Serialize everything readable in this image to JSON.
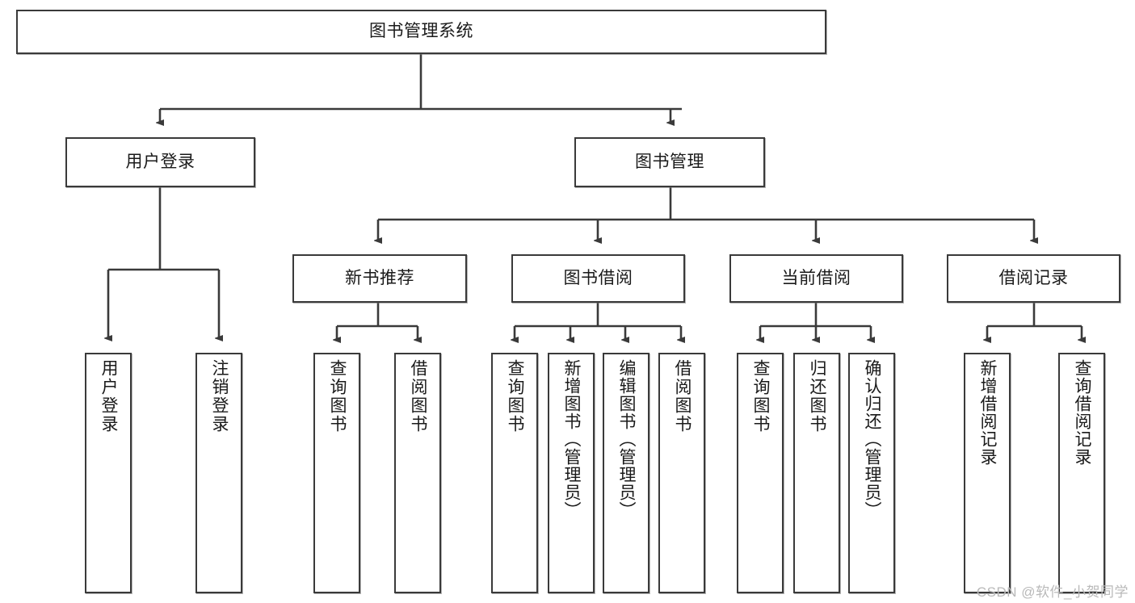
{
  "diagram": {
    "title": "图书管理系统",
    "type": "hierarchy-tree",
    "watermark": "CSDN @软件_小贺同学",
    "colors": {
      "box_border": "#3a3a3a",
      "box_fill": "#ffffff",
      "edge": "#3a3a3a",
      "text": "#1a1a1a",
      "watermark": "#b9b9b9"
    },
    "levels": [
      {
        "level": 1,
        "nodes": [
          {
            "id": "root",
            "label": "图书管理系统",
            "orientation": "horizontal"
          }
        ]
      },
      {
        "level": 2,
        "nodes": [
          {
            "id": "user-login",
            "label": "用户登录",
            "orientation": "horizontal",
            "parent": "root"
          },
          {
            "id": "book-manage",
            "label": "图书管理",
            "orientation": "horizontal",
            "parent": "root"
          }
        ]
      },
      {
        "level": 3,
        "nodes": [
          {
            "id": "new-book-rec",
            "label": "新书推荐",
            "orientation": "horizontal",
            "parent": "book-manage"
          },
          {
            "id": "book-borrow",
            "label": "图书借阅",
            "orientation": "horizontal",
            "parent": "book-manage"
          },
          {
            "id": "current-borrow",
            "label": "当前借阅",
            "orientation": "horizontal",
            "parent": "book-manage"
          },
          {
            "id": "borrow-record",
            "label": "借阅记录",
            "orientation": "horizontal",
            "parent": "book-manage"
          }
        ]
      },
      {
        "level": 4,
        "nodes": [
          {
            "id": "leaf-user-login",
            "label": "用户登录",
            "orientation": "vertical",
            "parent": "user-login"
          },
          {
            "id": "leaf-user-logout",
            "label": "注销登录",
            "orientation": "vertical",
            "parent": "user-login"
          },
          {
            "id": "leaf-query-book-1",
            "label": "查询图书",
            "orientation": "vertical",
            "parent": "new-book-rec"
          },
          {
            "id": "leaf-borrow-book-1",
            "label": "借阅图书",
            "orientation": "vertical",
            "parent": "new-book-rec"
          },
          {
            "id": "leaf-query-book-2",
            "label": "查询图书",
            "orientation": "vertical",
            "parent": "book-borrow"
          },
          {
            "id": "leaf-add-book",
            "label": "新增图书（管理员）",
            "orientation": "vertical",
            "parent": "book-borrow"
          },
          {
            "id": "leaf-edit-book",
            "label": "编辑图书（管理员）",
            "orientation": "vertical",
            "parent": "book-borrow"
          },
          {
            "id": "leaf-borrow-book-2",
            "label": "借阅图书",
            "orientation": "vertical",
            "parent": "book-borrow"
          },
          {
            "id": "leaf-query-book-3",
            "label": "查询图书",
            "orientation": "vertical",
            "parent": "current-borrow"
          },
          {
            "id": "leaf-return-book",
            "label": "归还图书",
            "orientation": "vertical",
            "parent": "current-borrow"
          },
          {
            "id": "leaf-confirm-return",
            "label": "确认归还（管理员）",
            "orientation": "vertical",
            "parent": "current-borrow"
          },
          {
            "id": "leaf-add-record",
            "label": "新增借阅记录",
            "orientation": "vertical",
            "parent": "borrow-record"
          },
          {
            "id": "leaf-query-record",
            "label": "查询借阅记录",
            "orientation": "vertical",
            "parent": "borrow-record"
          }
        ]
      }
    ]
  }
}
